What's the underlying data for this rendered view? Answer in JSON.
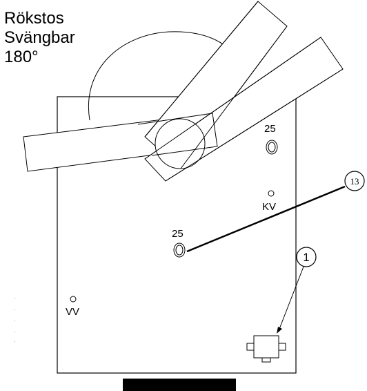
{
  "title": {
    "line1": "Rökstos",
    "line2": "Svängbar",
    "line3": "180°"
  },
  "labels": {
    "port_upper": "25",
    "port_center": "25",
    "cold_water": "KV",
    "hot_water": "VV"
  },
  "callouts": {
    "callout_13": "13",
    "callout_1": "1"
  },
  "colors": {
    "line": "#000000",
    "background": "#ffffff",
    "base_bar": "#000000"
  }
}
